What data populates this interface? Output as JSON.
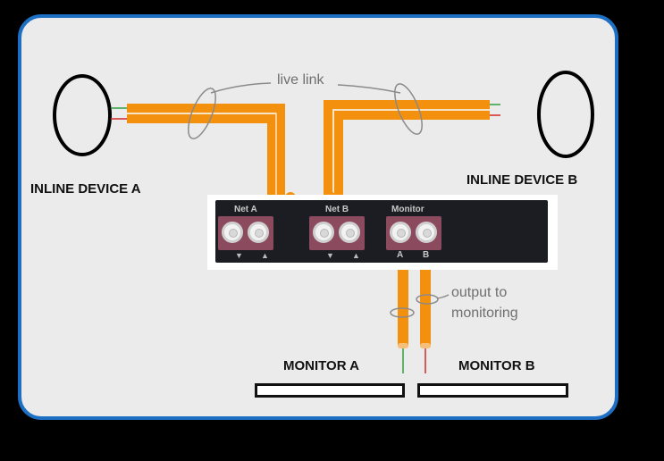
{
  "annotations": {
    "live_link": "live link",
    "output_line1": "output to",
    "output_line2": "monitoring"
  },
  "devices": {
    "inline_a": "INLINE DEVICE A",
    "inline_b": "INLINE DEVICE B",
    "monitor_a": "MONITOR A",
    "monitor_b": "MONITOR B"
  },
  "panel": {
    "ports": [
      "Net A",
      "Net B",
      "Monitor"
    ],
    "monitor_ports": [
      "A",
      "B"
    ]
  },
  "colors": {
    "fiber": "#f3900e",
    "frame_border": "#1d6fc4",
    "panel": "#1b1d22",
    "port": "#8c4a5e",
    "tx_lead": "#2e9e3e",
    "rx_lead": "#d42828"
  }
}
